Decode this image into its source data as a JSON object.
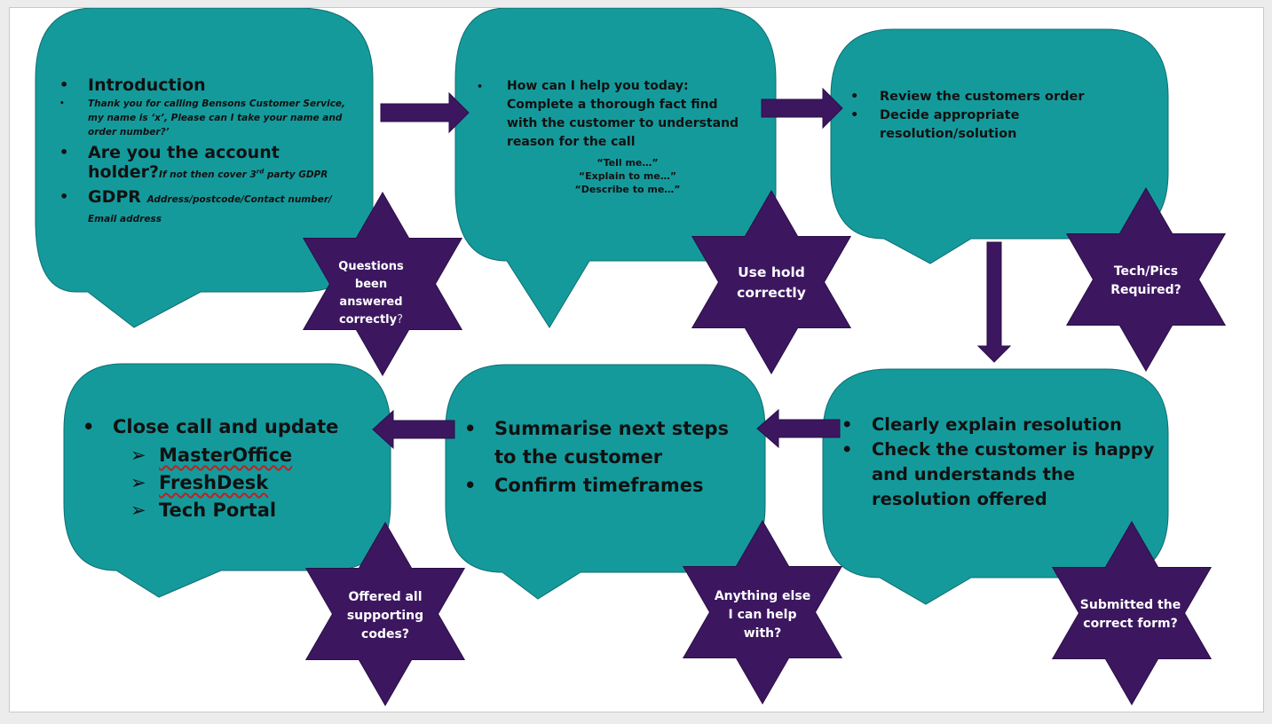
{
  "colors": {
    "bubble": "#159a9c",
    "bubble_stroke": "#0d6f71",
    "star": "#3c1760",
    "arrow": "#3c1760"
  },
  "steps": {
    "intro": {
      "heading1": "Introduction",
      "script": "Thank you for calling  Bensons Customer Service, my name is ‘x’, Please  can I take your name and order number?’",
      "heading2": "Are you the account holder?",
      "note2": "If not then cover 3",
      "note2_sup": "rd",
      "note2_end": " party GDPR",
      "heading3": "GDPR",
      "note3": "Address/postcode/Contact number/ Email address"
    },
    "help": {
      "text": "How can I help you today: Complete a thorough fact find with the customer to understand reason for the call",
      "prompt1": "“Tell me…”",
      "prompt2": "“Explain to me…”",
      "prompt3": "“Describe to me…”"
    },
    "review": {
      "item1": "Review the customers order",
      "item2": "Decide appropriate resolution/solution"
    },
    "explain": {
      "item1": "Clearly explain resolution",
      "item2": "Check the customer is happy and understands  the resolution offered"
    },
    "summarise": {
      "item1": "Summarise next steps to the customer",
      "item2": "Confirm timeframes"
    },
    "close": {
      "item1": "Close call and update",
      "sub1": "MasterOffice",
      "sub2": "FreshDesk",
      "sub3": "Tech Portal"
    }
  },
  "stars": {
    "questions": "Questions been answered correctly",
    "questions_mark": "?",
    "hold": "Use hold correctly",
    "tech": "Tech/Pics Required?",
    "form": "Submitted the correct form?",
    "anything": "Anything else I can help with?",
    "codes": "Offered all supporting codes?"
  }
}
